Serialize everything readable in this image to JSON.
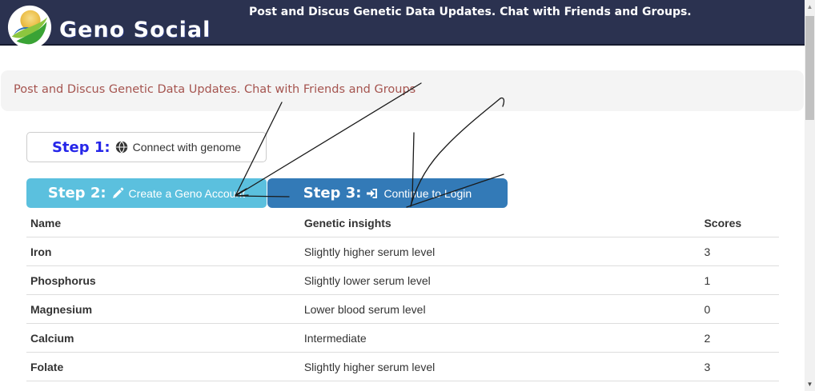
{
  "header": {
    "brand": "Geno Social",
    "tagline": "Post and Discus Genetic Data Updates. Chat with Friends and Groups.",
    "bg_color": "#2b3250",
    "logo_icon": "sun-leaf-globe-logo"
  },
  "banner": {
    "text": "Post and Discus Genetic Data Updates. Chat with Friends and Groups",
    "text_color": "#a5544f",
    "bg_color": "#f4f4f4"
  },
  "steps": [
    {
      "label": "Step 1:",
      "action": "Connect with genome",
      "icon": "globe-icon",
      "bg": "#ffffff",
      "label_color": "#2626e9",
      "action_color": "#333333"
    },
    {
      "label": "Step 2:",
      "action": "Create a Geno Account",
      "icon": "pencil-icon",
      "bg": "#5bc0de",
      "label_color": "#ffffff",
      "action_color": "#ffffff"
    },
    {
      "label": "Step 3:",
      "action": "Continue to Login",
      "icon": "sign-in-icon",
      "bg": "#337ab7",
      "label_color": "#ffffff",
      "action_color": "#ffffff"
    }
  ],
  "table": {
    "columns": [
      "Name",
      "Genetic insights",
      "Scores"
    ],
    "rows": [
      {
        "name": "Iron",
        "insight": "Slightly higher serum level",
        "score": "3"
      },
      {
        "name": "Phosphorus",
        "insight": "Slightly lower serum level",
        "score": "1"
      },
      {
        "name": "Magnesium",
        "insight": "Lower blood serum level",
        "score": "0"
      },
      {
        "name": "Calcium",
        "insight": "Intermediate",
        "score": "2"
      },
      {
        "name": "Folate",
        "insight": "Slightly higher serum level",
        "score": "3"
      }
    ]
  },
  "scrollbar": {
    "up_icon": "scroll-up-arrow-icon",
    "down_icon": "scroll-down-arrow-icon",
    "up_glyph": "▲",
    "down_glyph": "▼"
  },
  "annotations": {
    "description": "hand-drawn black ink arrows pointing at Step 2 and Step 3 buttons",
    "color": "#1a1a1a"
  }
}
